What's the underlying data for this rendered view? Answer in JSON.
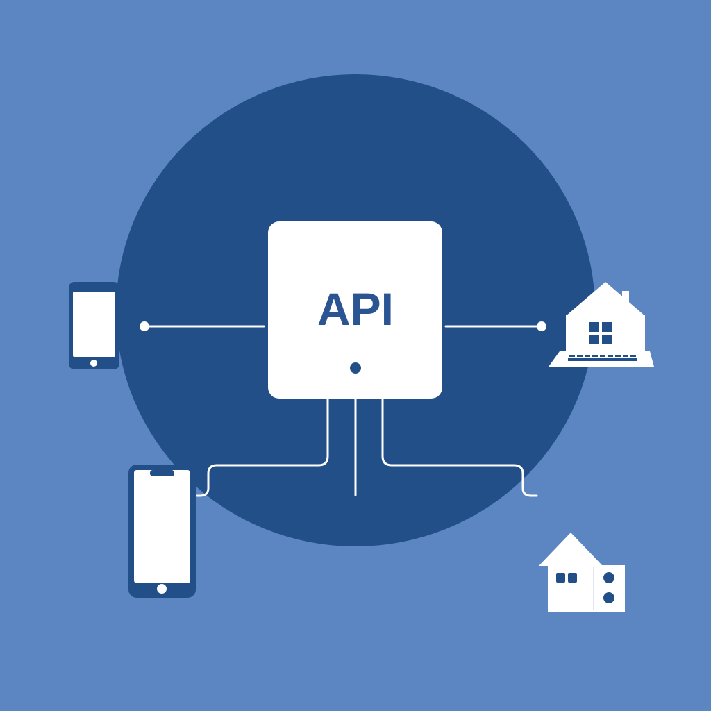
{
  "diagram": {
    "center_node": {
      "label": "API"
    },
    "nodes": [
      {
        "id": "phone-left",
        "icon": "smartphone-icon"
      },
      {
        "id": "laptop-house-right",
        "icon": "house-laptop-icon"
      },
      {
        "id": "phone-bottom-left",
        "icon": "smartphone-icon"
      },
      {
        "id": "house-bottom-right",
        "icon": "house-icon"
      }
    ]
  },
  "colors": {
    "background": "#5b86c2",
    "circle": "#224f88",
    "white": "#ffffff",
    "accent": "#2a5592"
  }
}
